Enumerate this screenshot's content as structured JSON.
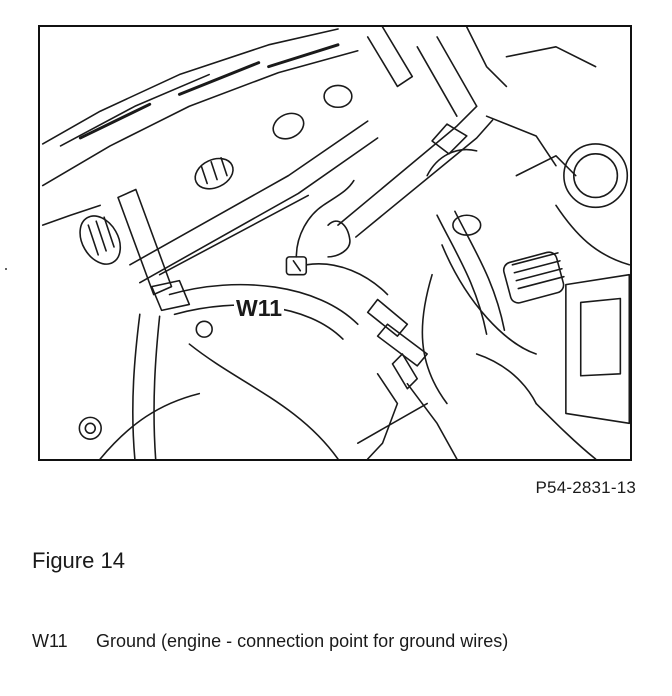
{
  "figure": {
    "callout_label": "W11",
    "reference_code": "P54-2831-13",
    "caption": "Figure 14"
  },
  "legend": {
    "items": [
      {
        "code": "W11",
        "description": "Ground (engine - connection point for ground wires)"
      }
    ]
  },
  "colors": {
    "ink": "#1a1a1a",
    "paper": "#ffffff"
  }
}
